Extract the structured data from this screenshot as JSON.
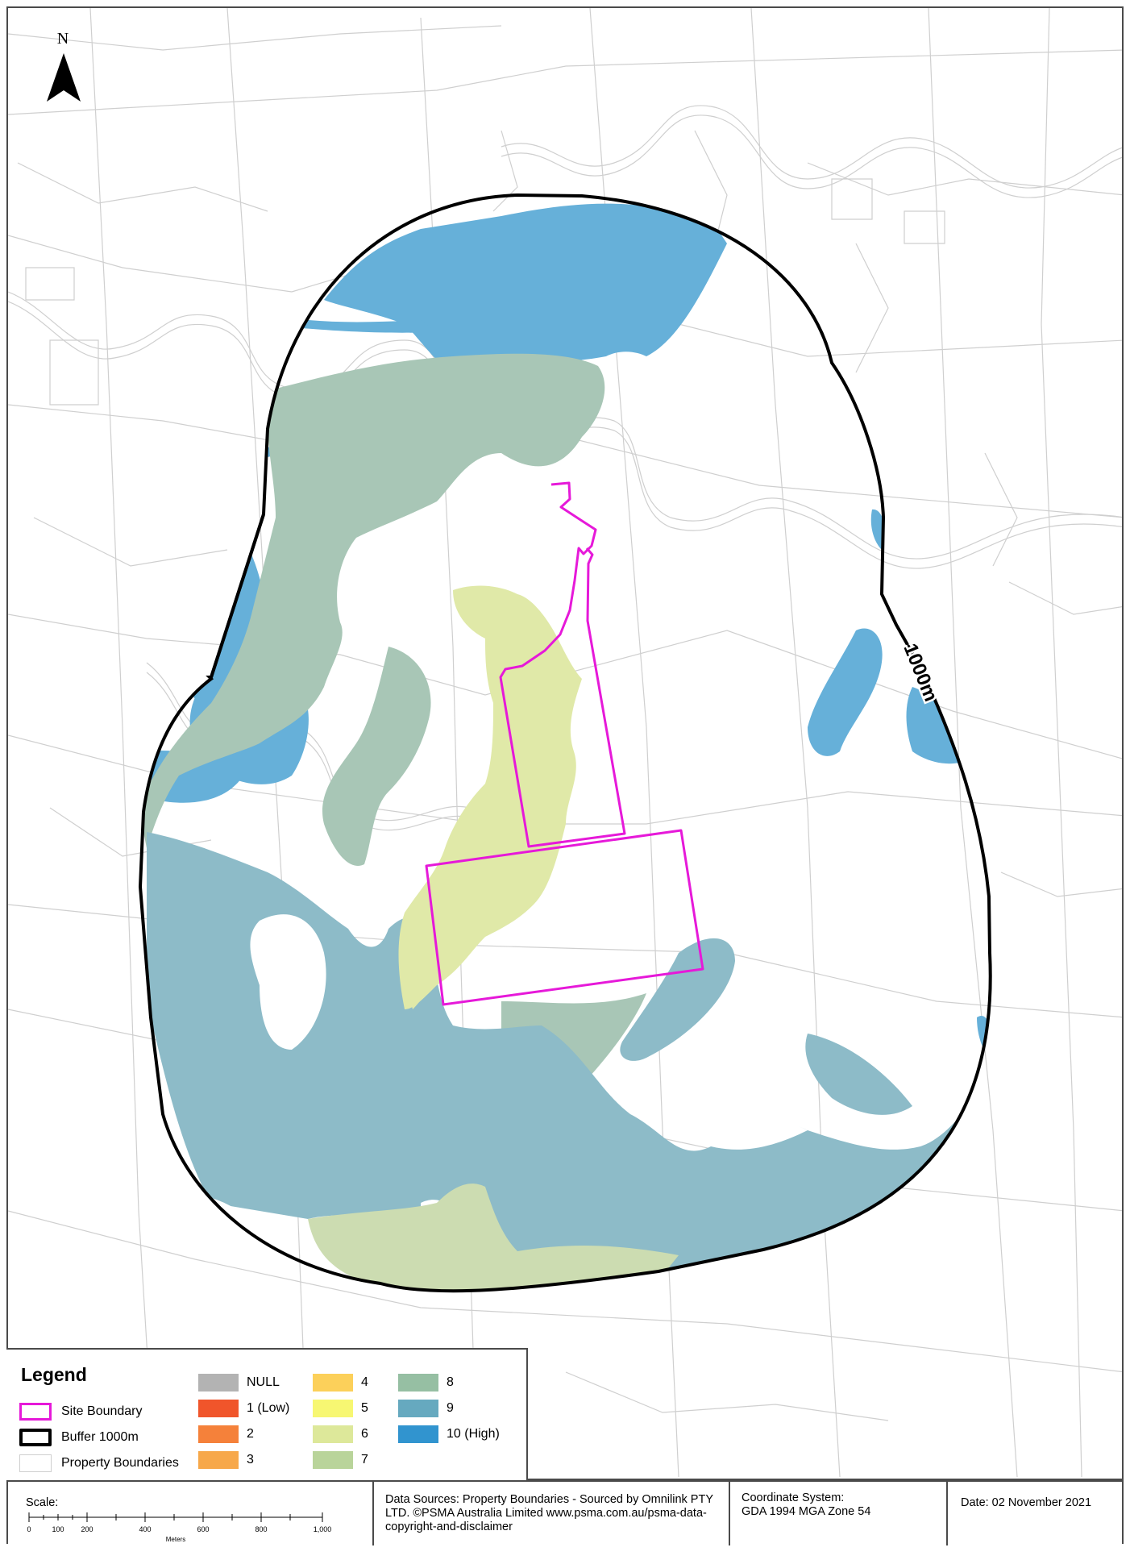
{
  "map": {
    "north_label": "N",
    "buffer_label": "1000m",
    "layers": [
      {
        "key": "site",
        "name": "Site Boundary",
        "color": "#e619d9"
      },
      {
        "key": "buffer",
        "name": "Buffer 1000m",
        "color": "#000000"
      },
      {
        "key": "property",
        "name": "Property Boundaries",
        "color": "#cfcfcf"
      }
    ]
  },
  "legend": {
    "title": "Legend",
    "boundaries": [
      {
        "label": "Site Boundary"
      },
      {
        "label": "Buffer 1000m"
      },
      {
        "label": "Property Boundaries"
      }
    ],
    "classes": [
      {
        "label": "NULL",
        "color": "#b3b3b3"
      },
      {
        "label": "1 (Low)",
        "color": "#f0552b"
      },
      {
        "label": "2",
        "color": "#f5813a"
      },
      {
        "label": "3",
        "color": "#f7a84a"
      },
      {
        "label": "4",
        "color": "#fcd05a"
      },
      {
        "label": "5",
        "color": "#f7f772"
      },
      {
        "label": "6",
        "color": "#dde89a"
      },
      {
        "label": "7",
        "color": "#b9d49a"
      },
      {
        "label": "8",
        "color": "#96bfa3"
      },
      {
        "label": "9",
        "color": "#66a9bf"
      },
      {
        "label": "10 (High)",
        "color": "#3194cf"
      }
    ]
  },
  "footer": {
    "scale_label": "Scale:",
    "scale_ticks": [
      "0",
      "100",
      "200",
      "400",
      "600",
      "800",
      "1,000"
    ],
    "scale_unit": "Meters",
    "data_sources": "Data Sources: Property Boundaries - Sourced by Omnilink PTY LTD. ©PSMA Australia Limited www.psma.com.au/psma-data-copyright-and-disclaimer",
    "coordinate_system_title": "Coordinate System:",
    "coordinate_system_value": "GDA 1994 MGA Zone 54",
    "date": "Date: 02 November 2021"
  }
}
